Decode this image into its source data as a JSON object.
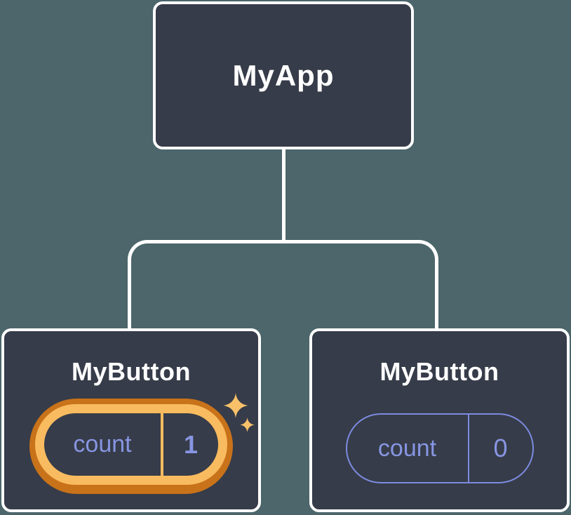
{
  "diagram": {
    "description": "component-tree-state-diagram",
    "root": {
      "label": "MyApp"
    },
    "children": [
      {
        "label": "MyButton",
        "state": {
          "name": "count",
          "value": "1"
        },
        "highlighted": true
      },
      {
        "label": "MyButton",
        "state": {
          "name": "count",
          "value": "0"
        },
        "highlighted": false
      }
    ]
  },
  "icons": {
    "sparkle": "four-point-star"
  },
  "colors": {
    "canvas_bg": "#4C666B",
    "node_bg": "#363C49",
    "node_border": "#FFFFFF",
    "line": "#FFFFFF",
    "text_light": "#FFFFFF",
    "purple_text": "#8795E2",
    "purple_border": "#7D8BE0",
    "orange_dark": "#C8721A",
    "orange_light": "#F9BB5F",
    "gold_sparkle": "#F8C169"
  }
}
